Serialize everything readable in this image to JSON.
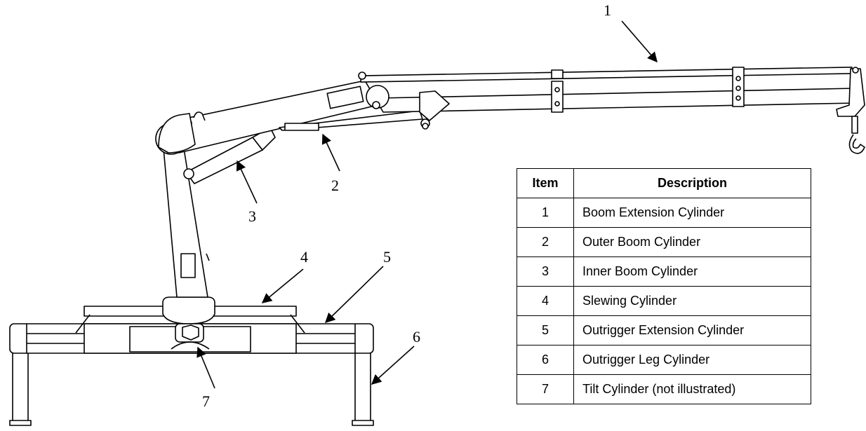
{
  "callouts": [
    "1",
    "2",
    "3",
    "4",
    "5",
    "6",
    "7"
  ],
  "table": {
    "headers": {
      "item": "Item",
      "description": "Description"
    },
    "rows": [
      {
        "item": "1",
        "description": "Boom Extension Cylinder"
      },
      {
        "item": "2",
        "description": "Outer Boom Cylinder"
      },
      {
        "item": "3",
        "description": "Inner Boom Cylinder"
      },
      {
        "item": "4",
        "description": "Slewing Cylinder"
      },
      {
        "item": "5",
        "description": "Outrigger Extension Cylinder"
      },
      {
        "item": "6",
        "description": "Outrigger Leg Cylinder"
      },
      {
        "item": "7",
        "description": "Tilt Cylinder (not illustrated)"
      }
    ]
  }
}
